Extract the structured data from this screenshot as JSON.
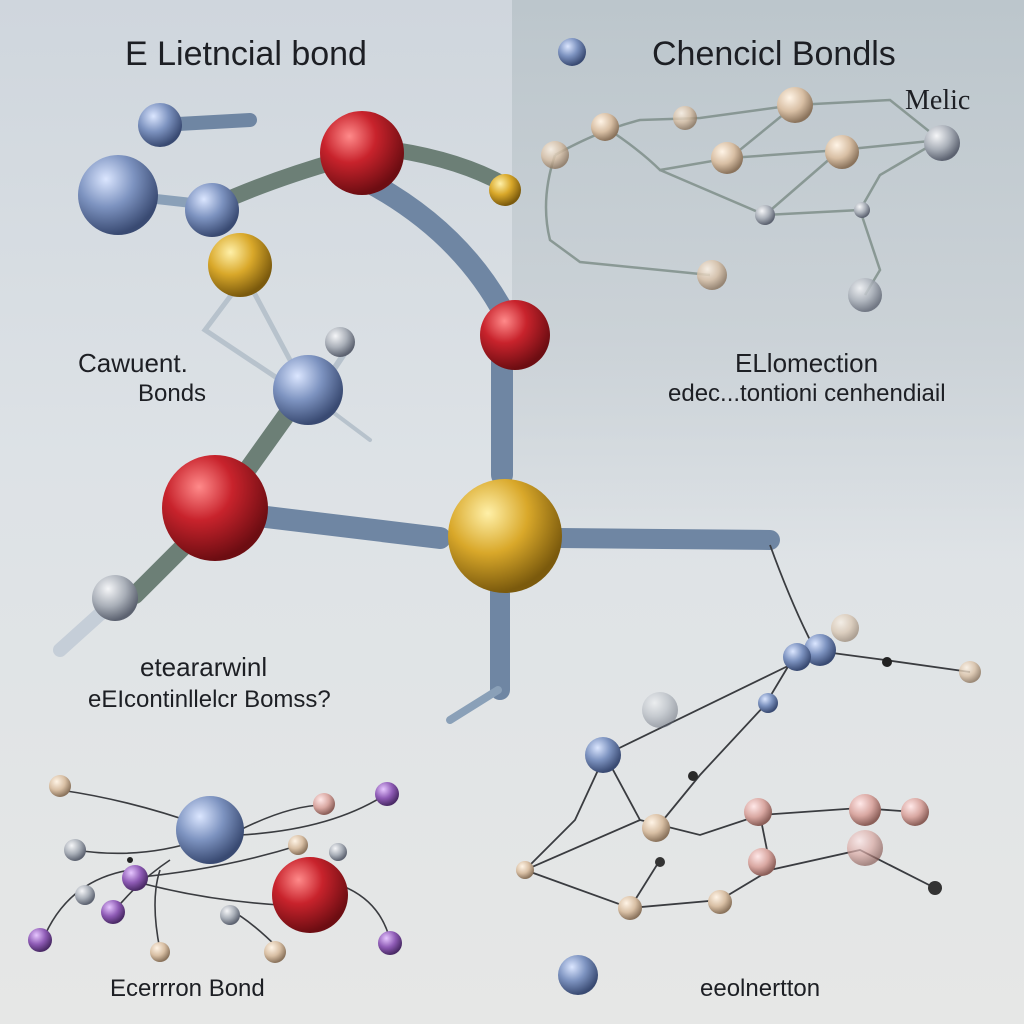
{
  "labels": {
    "title_left": "E Lietncial  bond",
    "title_right": "Chencicl Bondls",
    "right_sub": "Melic",
    "covalent_1": "Cawuent.",
    "covalent_2": "Bonds",
    "right_mid_1": "ELlomection",
    "right_mid_2": "edec...tontioni cenhendiail",
    "left_mid_1": "eteararwinl",
    "left_mid_2": "eEIcontinllelcr Bomss?",
    "bottom_left": "Ecerrron Bond",
    "bottom_right": "eeolnertton"
  },
  "colors": {
    "red_atom": "#c8232c",
    "blue_atom": "#7d93c0",
    "gold_atom": "#d9a82a",
    "bond": "#6f86a3",
    "bond_green": "#6c7f76",
    "purple_atom": "#8e5bb5"
  }
}
